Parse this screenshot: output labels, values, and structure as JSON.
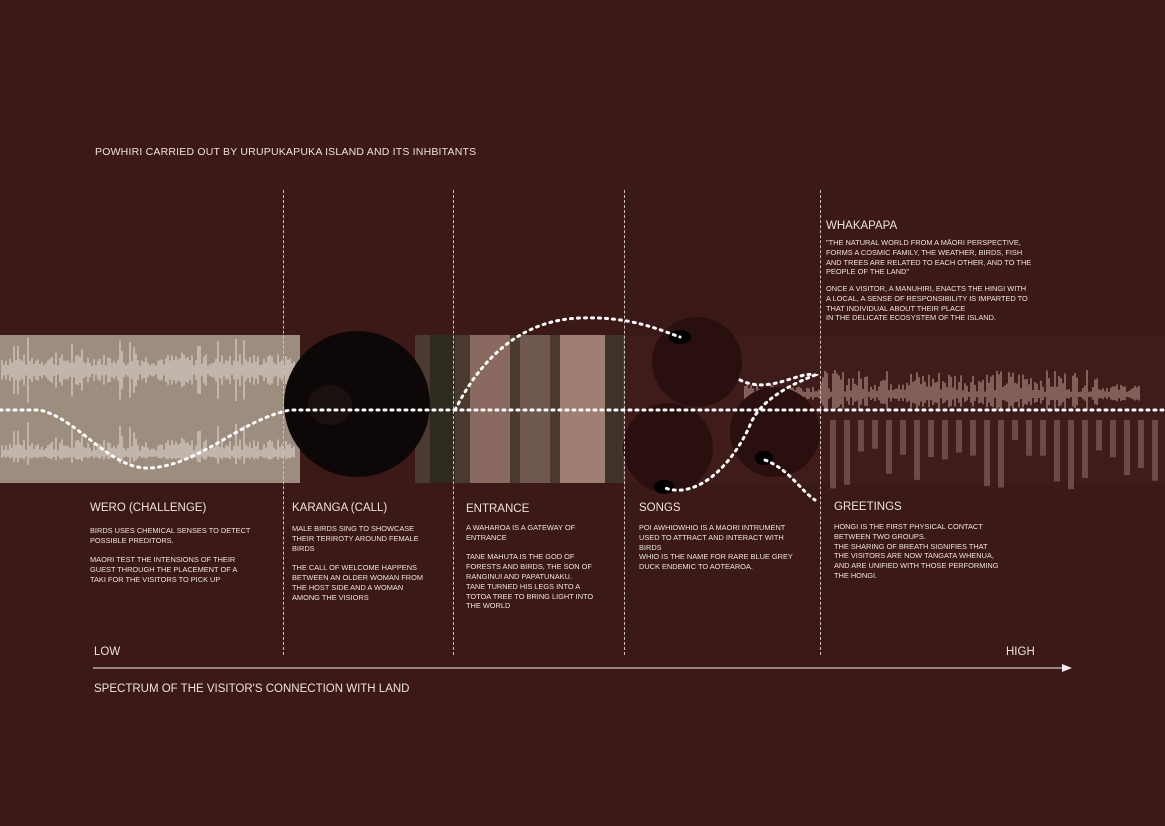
{
  "title": "POWHIRI CARRIED OUT BY URUPUKAPUKA  ISLAND AND ITS INHBITANTS",
  "whakapapa": {
    "heading": "WHAKAPAPA",
    "quote": "\"THE NATURAL WORLD FROM A MĀORI PERSPECTIVE,\nFORMS A COSMIC FAMILY, THE WEATHER, BIRDS, FISH\nAND TREES ARE RELATED TO EACH OTHER, AND TO THE\nPEOPLE OF THE LAND\"",
    "text": "ONCE A VISITOR, A MANUHIRI, ENACTS THE HINGI WITH\nA LOCAL, A SENSE OF RESPONSIBILITY IS IMPARTED TO\nTHAT INDIVIDUAL ABOUT THEIR PLACE\nIN THE DELICATE ECOSYSTEM OF THE ISLAND."
  },
  "stages": [
    {
      "heading": "WERO (CHALLENGE)",
      "text": "BIRDS USES CHEMICAL SENSES TO DETECT\nPOSSIBLE PREDITORS.\n\nMAORI TEST THE INTENSIONS OF THEIR\nGUEST THROUGH THE PLACEMENT OF A\nTAKI FOR THE VISITORS TO PICK UP"
    },
    {
      "heading": "KARANGA (CALL)",
      "text": "MALE BIRDS SING TO SHOWCASE\nTHEIR TERIROTY AROUND FEMALE\nBIRDS\n\nTHE CALL OF WELCOME HAPPENS\nBETWEEN AN OLDER WOMAN FROM\nTHE HOST SIDE AND A WOMAN\nAMONG THE VISIORS"
    },
    {
      "heading": "ENTRANCE",
      "text": "A WAHAROA IS A GATEWAY OF\nENTRANCE\n\nTANE MAHUTA IS THE GOD OF\nFORESTS AND BIRDS, THE SON OF\nRANGINUI AND PAPATUNAKU.\nTANE TURNED HIS LEGS INTO A\nTOTOA TREE TO BRING LIGHT INTO\nTHE WORLD"
    },
    {
      "heading": "SONGS",
      "text": "POI AWHIOWHIO IS A MAORI INTRUMENT\nUSED TO ATTRACT AND INTERACT WITH\nBIRDS\nWHIO IS THE NAME FOR RARE BLUE GREY\nDUCK ENDEMIC TO AOTEAROA."
    },
    {
      "heading": "GREETINGS",
      "text": "HONGI IS THE FIRST PHYSICAL CONTACT\nBETWEEN TWO GROUPS.\nTHE SHARING OF BREATH SIGNIFIES THAT\nTHE VISITORS ARE NOW TANGATA WHENUA,\nAND ARE UNIFIED WITH THOSE PERFORMING\nTHE HONGI."
    }
  ],
  "axis": {
    "low": "LOW",
    "high": "HIGH",
    "label": "SPECTRUM OF THE VISITOR'S CONNECTION WITH LAND"
  },
  "colors": {
    "background": "#3a1916",
    "beige": "#9c8d7f",
    "pink": "#c9a39a"
  }
}
